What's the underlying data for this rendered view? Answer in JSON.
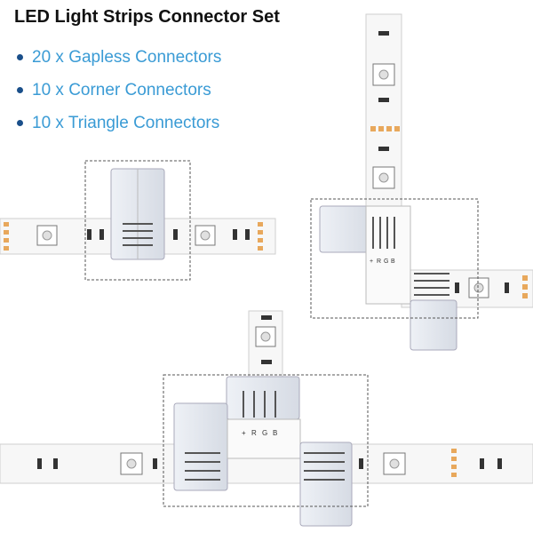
{
  "title": "LED Light Strips Connector Set",
  "items": [
    {
      "text": "20 x Gapless Connectors"
    },
    {
      "text": "10 x Corner Connectors"
    },
    {
      "text": "10 x Triangle Connectors"
    }
  ],
  "pin_labels": [
    "+",
    "R",
    "G",
    "B"
  ],
  "colors": {
    "title": "#111111",
    "bullet_text": "#3a9bd5",
    "bullet_dot": "#1a4f8a",
    "strip": "#f7f7f7",
    "copper_pad": "#e8a85c",
    "dashed_box": "#555555"
  }
}
